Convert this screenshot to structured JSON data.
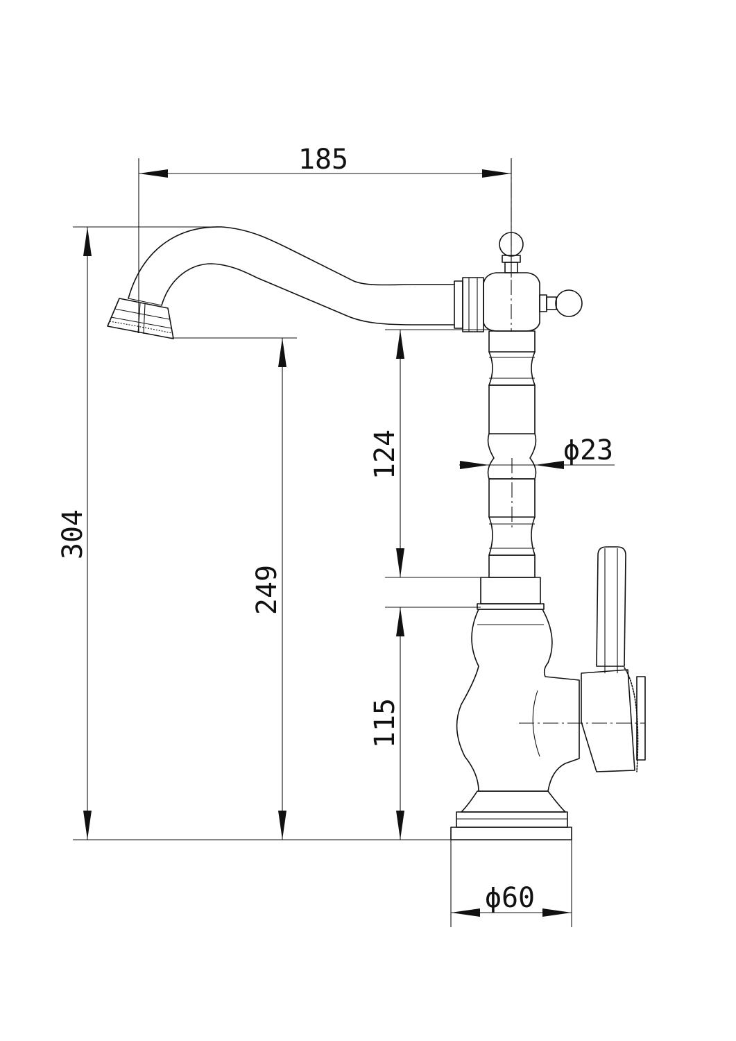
{
  "drawing": {
    "subject": "faucet side-view technical drawing",
    "line_color": "#111111",
    "background_color": "#ffffff"
  },
  "dimensions": {
    "spout_reach": "185",
    "total_height": "304",
    "spout_outlet_height": "249",
    "column_length": "124",
    "base_height": "115",
    "column_diameter": "ϕ23",
    "base_diameter": "ϕ60"
  }
}
